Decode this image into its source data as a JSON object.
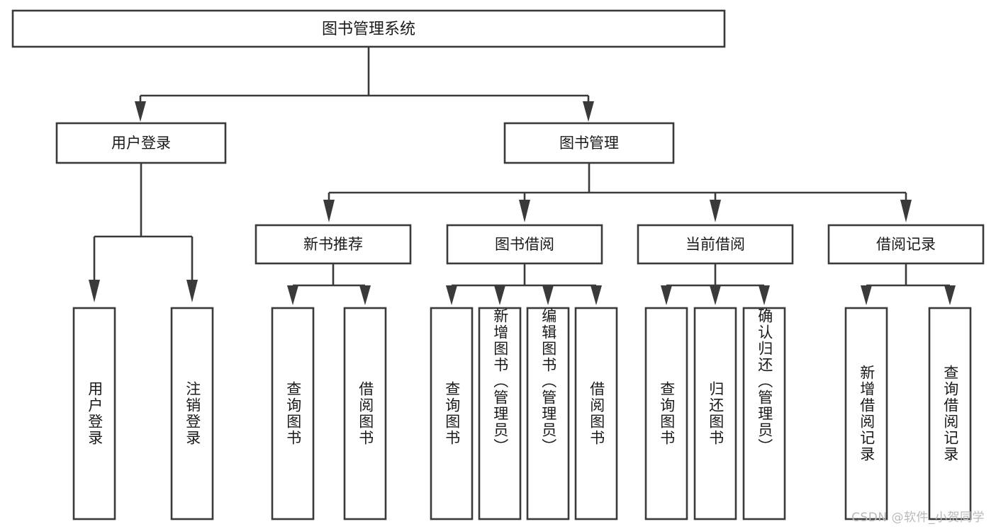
{
  "diagram": {
    "type": "tree",
    "title": "图书管理系统",
    "orientation": "top-down",
    "watermark": "CSDN @软件_小贺同学",
    "colors": {
      "stroke": "#3a3a3a",
      "box_fill": "#ffffff",
      "text": "#1a1a1a",
      "background": "#ffffff",
      "watermark": "#b9b9b9"
    },
    "root": {
      "id": "root",
      "label": "图书管理系统"
    },
    "level2": [
      {
        "id": "user-login",
        "label": "用户登录"
      },
      {
        "id": "book-manage",
        "label": "图书管理"
      }
    ],
    "level3": [
      {
        "id": "new-book-recommend",
        "label": "新书推荐",
        "parent": "book-manage"
      },
      {
        "id": "book-borrow",
        "label": "图书借阅",
        "parent": "book-manage"
      },
      {
        "id": "current-borrow",
        "label": "当前借阅",
        "parent": "book-manage"
      },
      {
        "id": "borrow-record",
        "label": "借阅记录",
        "parent": "book-manage"
      }
    ],
    "leaves": [
      {
        "id": "leaf-user-login",
        "label": "用户登录",
        "parent": "user-login"
      },
      {
        "id": "leaf-logout-login",
        "label": "注销登录",
        "parent": "user-login"
      },
      {
        "id": "leaf-query-book-1",
        "label": "查询图书",
        "parent": "new-book-recommend"
      },
      {
        "id": "leaf-borrow-book-1",
        "label": "借阅图书",
        "parent": "new-book-recommend"
      },
      {
        "id": "leaf-query-book-2",
        "label": "查询图书",
        "parent": "book-borrow"
      },
      {
        "id": "leaf-add-book",
        "label": "新增图书（管理员）",
        "parent": "book-borrow"
      },
      {
        "id": "leaf-edit-book",
        "label": "编辑图书（管理员）",
        "parent": "book-borrow"
      },
      {
        "id": "leaf-borrow-book-2",
        "label": "借阅图书",
        "parent": "book-borrow"
      },
      {
        "id": "leaf-query-book-3",
        "label": "查询图书",
        "parent": "current-borrow"
      },
      {
        "id": "leaf-return-book",
        "label": "归还图书",
        "parent": "current-borrow"
      },
      {
        "id": "leaf-confirm-return",
        "label": "确认归还（管理员）",
        "parent": "current-borrow"
      },
      {
        "id": "leaf-add-record",
        "label": "新增借阅记录",
        "parent": "borrow-record"
      },
      {
        "id": "leaf-query-record",
        "label": "查询借阅记录",
        "parent": "borrow-record"
      }
    ]
  }
}
